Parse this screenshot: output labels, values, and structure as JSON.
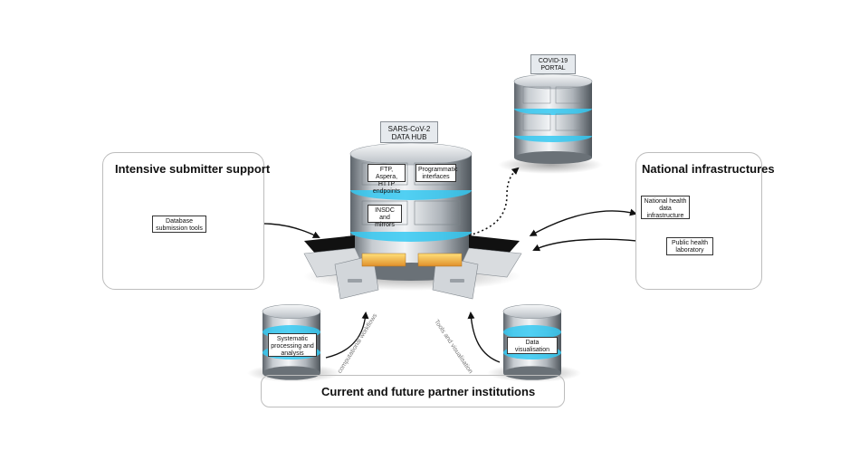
{
  "panels": {
    "submitter": {
      "title": "Intensive submitter support"
    },
    "national": {
      "title": "National infrastructures"
    },
    "partners": {
      "title": "Current and future partner institutions"
    }
  },
  "hub": {
    "title": "SARS-CoV-2 DATA HUB",
    "drawer_labels": [
      "FTP, Aspera, HTTP endpoints",
      "Programmatic interfaces",
      "INSDC and mirrors"
    ]
  },
  "portal": {
    "title": "COVID-19 PORTAL"
  },
  "submitter_db": {
    "label": "Database submission tools"
  },
  "national_dbs": {
    "health_data": "National health data infrastructure",
    "public_health": "Public health laboratory"
  },
  "partner_dbs": {
    "systematic": "Systematic processing and analysis",
    "visualisation": "Data visualisation"
  },
  "flows": {
    "workflows": "computational workflows",
    "tools": "Tools and visualisation"
  },
  "colors": {
    "glow": "#35c9f2",
    "metal_light": "#e9ecef",
    "metal_dark": "#6c737a",
    "panel_border": "#bdbdbd",
    "arrow": "#111111",
    "drawer_fill": "#f5c542"
  }
}
